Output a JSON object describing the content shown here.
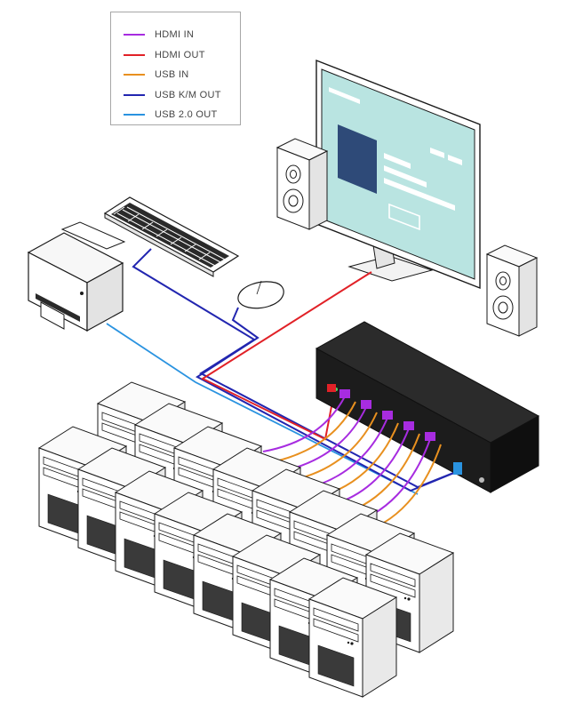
{
  "legend": {
    "items": [
      {
        "label": "HDMI IN",
        "color": "#a72ce0"
      },
      {
        "label": "HDMI OUT",
        "color": "#e12127"
      },
      {
        "label": "USB IN",
        "color": "#e8901f"
      },
      {
        "label": "USB K/M OUT",
        "color": "#2226b0"
      },
      {
        "label": "USB 2.0 OUT",
        "color": "#2a93e0"
      }
    ]
  },
  "colors": {
    "monitor_screen": "#b9e4e1",
    "monitor_block": "#2e4a78",
    "kvm_body": "#1f1f1f",
    "outline": "#1a1a1a"
  },
  "devices": {
    "monitor": "monitor-icon",
    "speakers": "speaker-icon",
    "keyboard": "keyboard-icon",
    "mouse": "mouse-icon",
    "printer": "printer-icon",
    "kvm": "kvm-switch-icon",
    "computers": "tower-pc-icon"
  }
}
